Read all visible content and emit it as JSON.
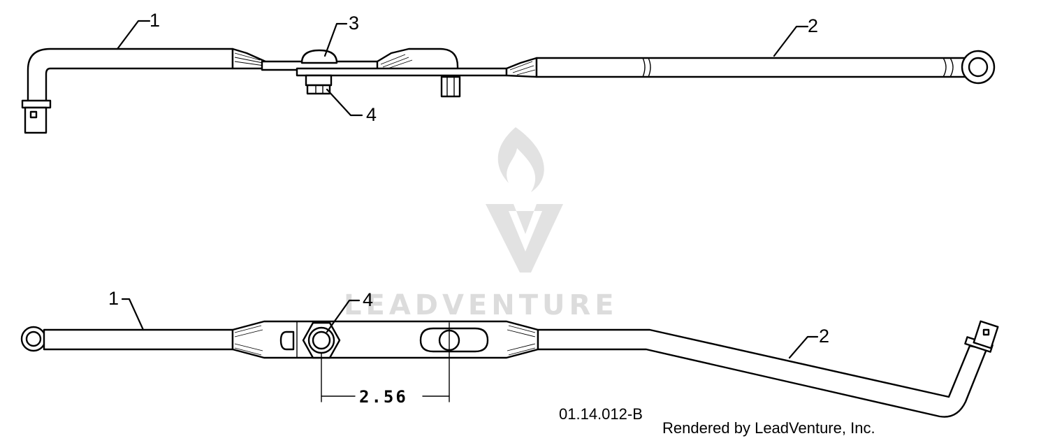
{
  "diagram": {
    "top_view": {
      "callouts": [
        "1",
        "2",
        "3",
        "4"
      ]
    },
    "bottom_view": {
      "callouts": [
        "1",
        "2",
        "4"
      ],
      "dimension": "2.56"
    },
    "drawing_number": "01.14.012-B",
    "rendered_by": "Rendered by LeadVenture, Inc.",
    "watermark": "LEADVENTURE",
    "colors": {
      "line": "#000000",
      "background": "#ffffff",
      "watermark": "#dcdcdc"
    }
  }
}
